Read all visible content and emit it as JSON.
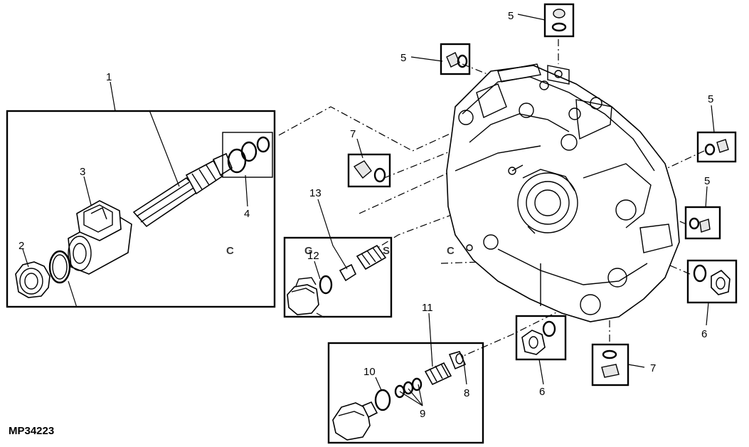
{
  "figure_code": "MP34223",
  "watermark": {
    "letters": [
      {
        "char": "C",
        "color": "#4F8EF0"
      },
      {
        "char": "G",
        "color": "#F07F7F"
      },
      {
        "char": "S",
        "color": "#F5D54F"
      },
      {
        "char": "C",
        "color": "#5CBF82"
      }
    ]
  },
  "callouts": {
    "c1": "1",
    "c2": "2",
    "c3": "3",
    "c4": "4",
    "c5a": "5",
    "c5b": "5",
    "c5c": "5",
    "c5d": "5",
    "c6a": "6",
    "c6b": "6",
    "c7a": "7",
    "c7b": "7",
    "c8": "8",
    "c9": "9",
    "c10": "10",
    "c11": "11",
    "c12": "12",
    "c13": "13"
  }
}
